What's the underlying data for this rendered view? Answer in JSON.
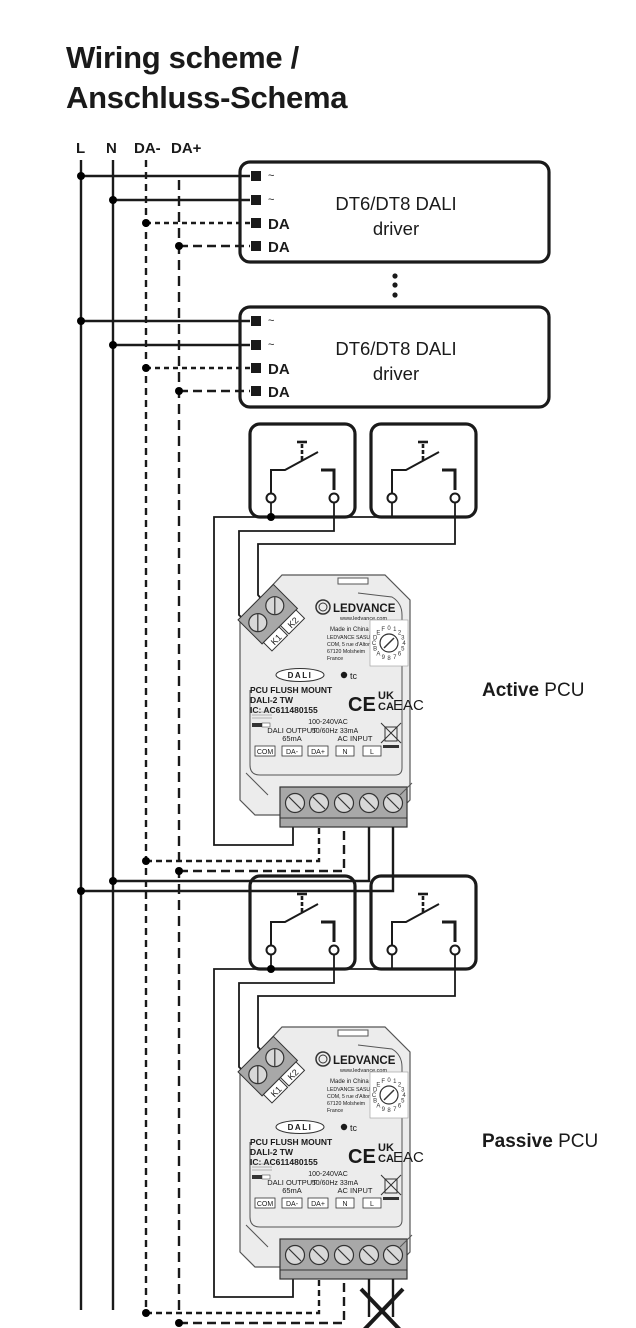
{
  "title": {
    "line1": "Wiring scheme /",
    "line2": "Anschluss-Schema"
  },
  "bus_labels": [
    "L",
    "N",
    "DA-",
    "DA+"
  ],
  "drivers": [
    {
      "name": "DT6/DT8 DALI",
      "subtitle": "driver",
      "terminals": [
        "~",
        "~",
        "DA",
        "DA"
      ]
    },
    {
      "name": "DT6/DT8 DALI",
      "subtitle": "driver",
      "terminals": [
        "~",
        "~",
        "DA",
        "DA"
      ]
    }
  ],
  "continuation_marker": "⋮",
  "pcu_devices": [
    {
      "role_bold": "Active",
      "role_rest": " PCU",
      "brand": "LEDVANCE",
      "website": "www.ledvance.com",
      "made_in": "Made in China",
      "company_lines": [
        "LEDVANCE SASU",
        "COM, 5 rue d'Altorf",
        "67120 Molsheim",
        "France"
      ],
      "rotary_labels": "0123456789ABCDEF",
      "dali_logo": "DALI",
      "tc_mark": "tc",
      "product_name": "PCU FLUSH MOUNT",
      "product_variant": "DALI-2 TW",
      "ic_code": "IC: AC611480155",
      "input_terminals": [
        "K1",
        "K2"
      ],
      "output_terminals": [
        "COM",
        "DA-",
        "DA+",
        "N",
        "L"
      ],
      "dali_output_label": "DALI OUTPUT",
      "dali_output_current": "65mA",
      "ac_spec_voltage": "100-240VAC",
      "ac_spec_freq": "50/60Hz 33mA",
      "ac_input_label": "AC INPUT",
      "certifications": [
        "CE",
        "UKCA",
        "EAC"
      ],
      "ac_connected": true
    },
    {
      "role_bold": "Passive",
      "role_rest": " PCU",
      "brand": "LEDVANCE",
      "website": "www.ledvance.com",
      "made_in": "Made in China",
      "company_lines": [
        "LEDVANCE SASU",
        "COM, 5 rue d'Altorf",
        "67120 Molsheim",
        "France"
      ],
      "rotary_labels": "0123456789ABCDEF",
      "dali_logo": "DALI",
      "tc_mark": "tc",
      "product_name": "PCU FLUSH MOUNT",
      "product_variant": "DALI-2 TW",
      "ic_code": "IC: AC611480155",
      "input_terminals": [
        "K1",
        "K2"
      ],
      "output_terminals": [
        "COM",
        "DA-",
        "DA+",
        "N",
        "L"
      ],
      "dali_output_label": "DALI OUTPUT",
      "dali_output_current": "65mA",
      "ac_spec_voltage": "100-240VAC",
      "ac_spec_freq": "50/60Hz 33mA",
      "ac_input_label": "AC INPUT",
      "certifications": [
        "CE",
        "UKCA",
        "EAC"
      ],
      "ac_connected": false
    }
  ],
  "colors": {
    "line": "#1a1a1a",
    "device_body": "#ececec",
    "device_outline": "#555555",
    "terminal_block": "#a8a8a8",
    "background": "#ffffff"
  }
}
